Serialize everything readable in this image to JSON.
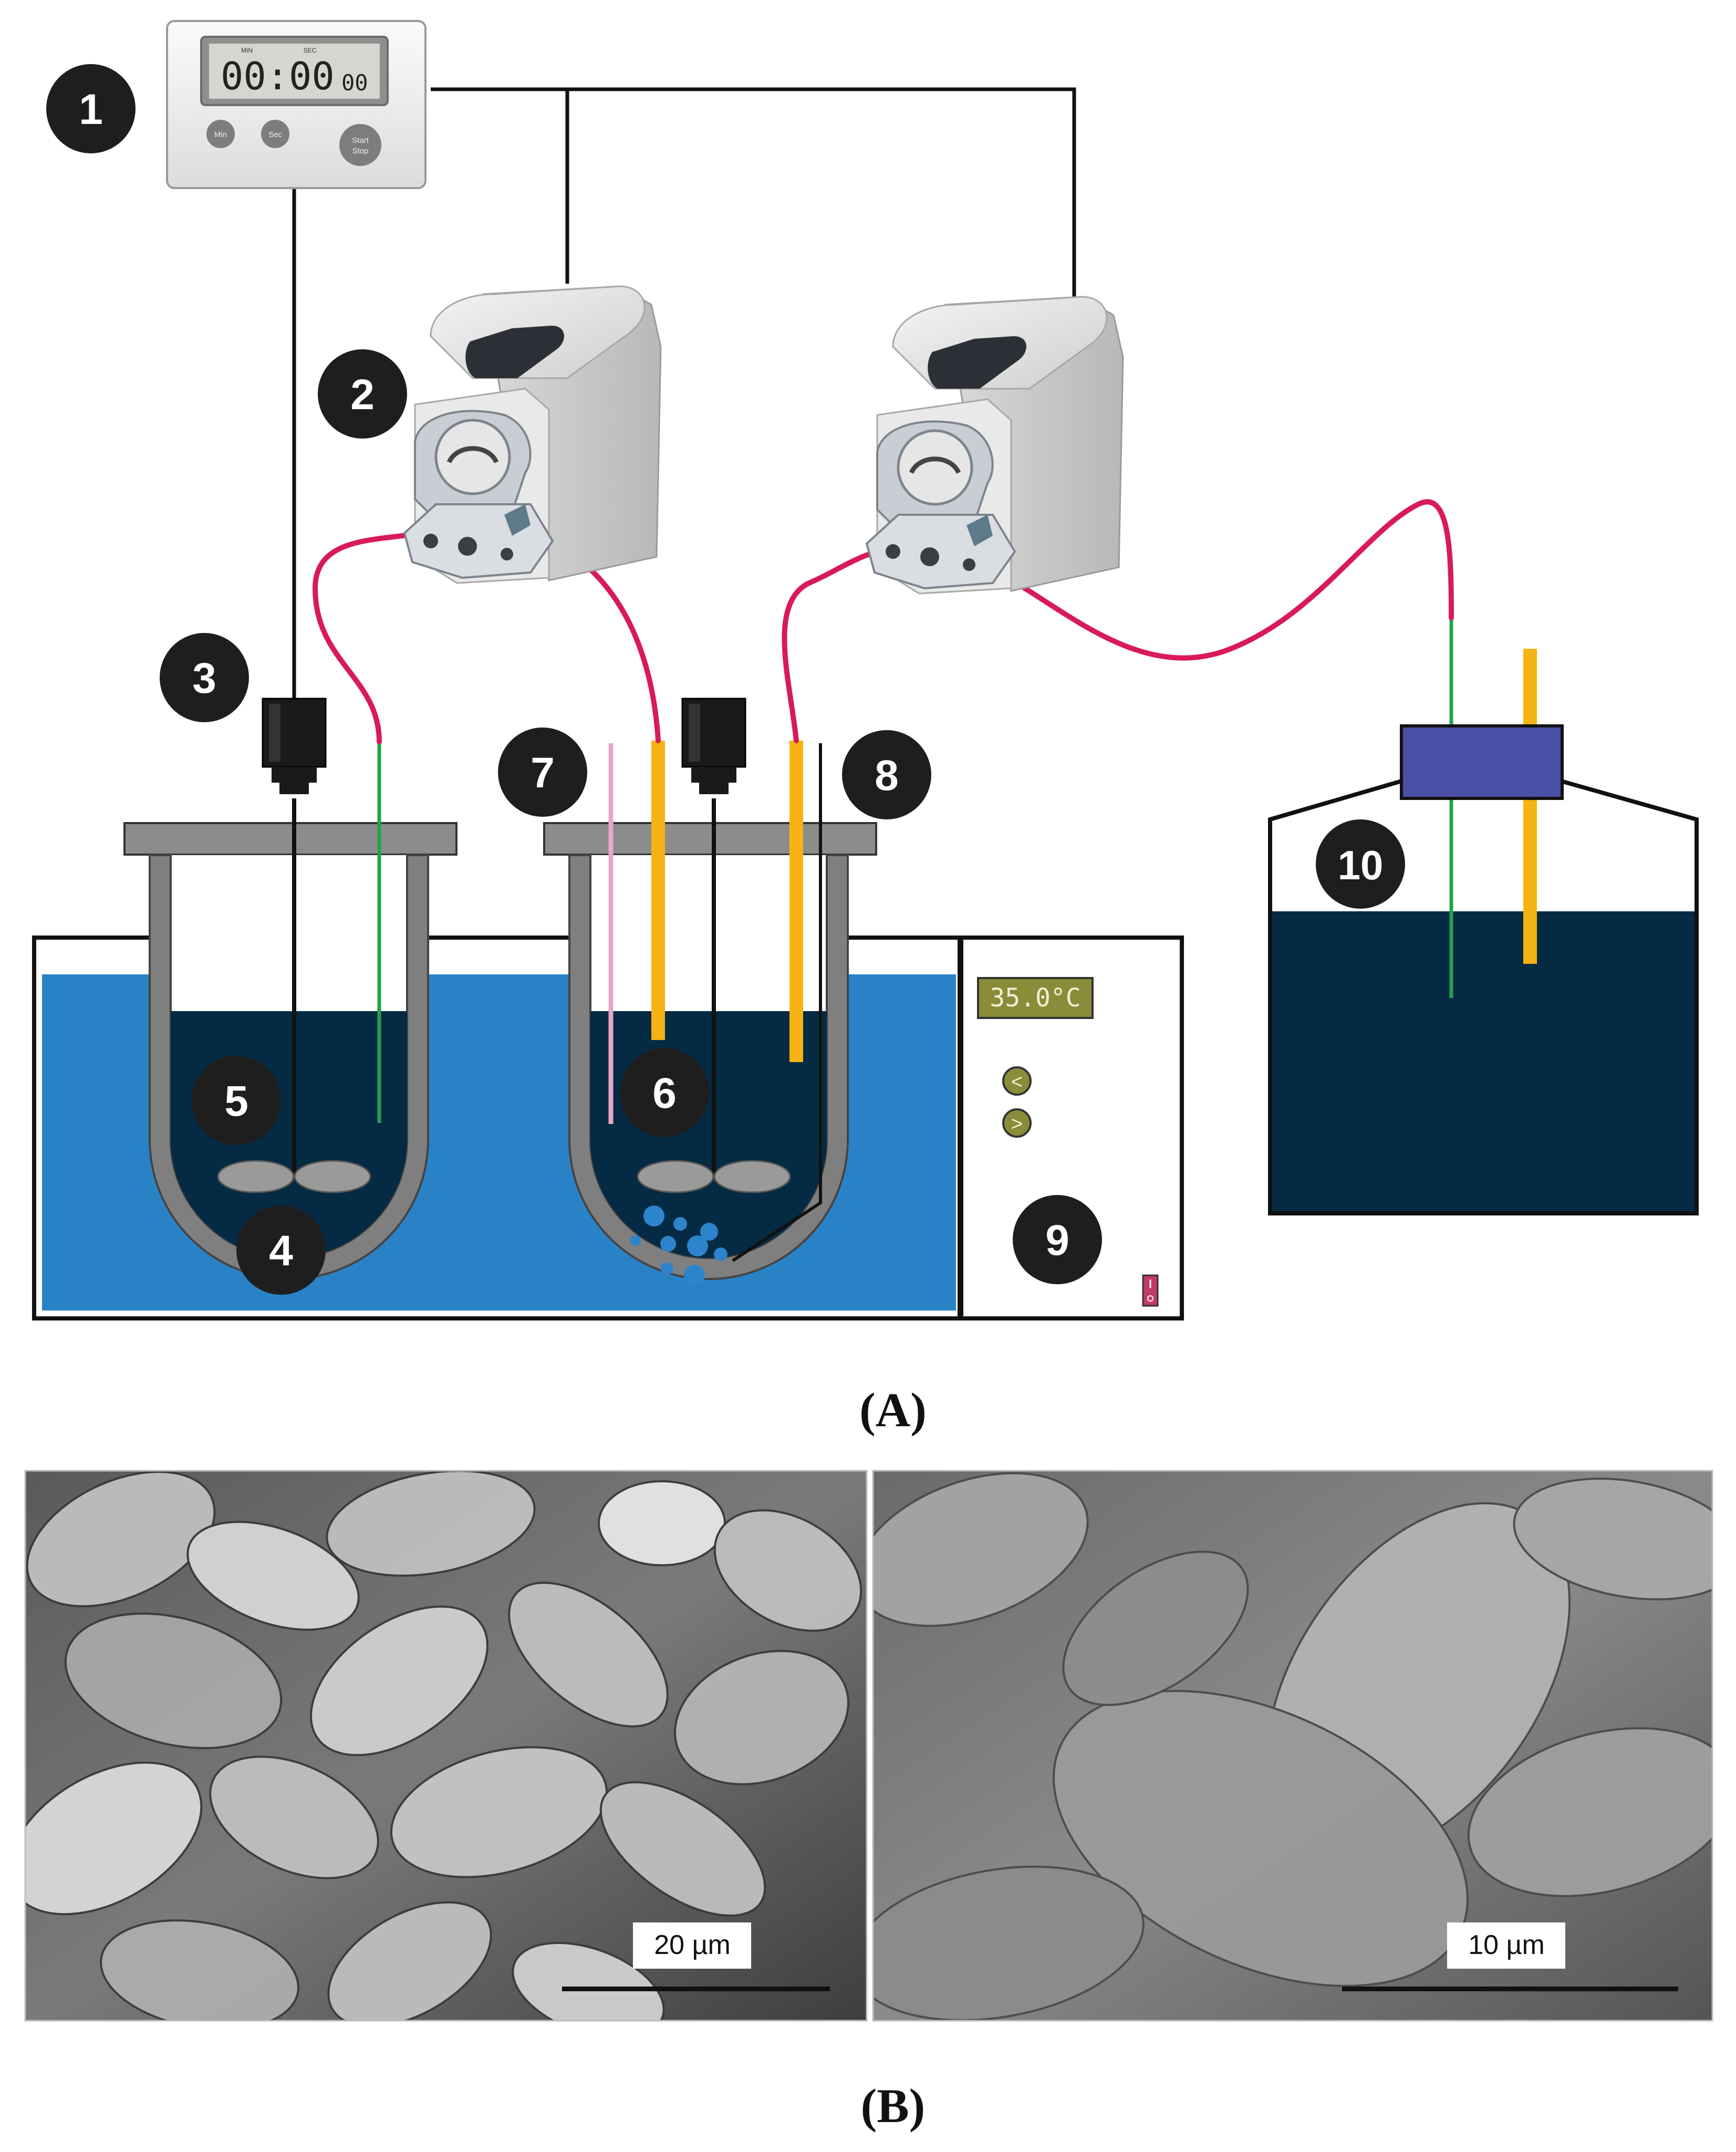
{
  "panel_a": {
    "caption": "(A)",
    "timer": {
      "display_main": "00:00",
      "display_small": "00",
      "display_min_label": "MIN",
      "display_sec_label": "SEC",
      "button_min": "Min",
      "button_sec": "Sec",
      "button_start_line1": "Start",
      "button_start_line2": "Stop"
    },
    "markers": [
      "1",
      "2",
      "3",
      "4",
      "5",
      "6",
      "7",
      "8",
      "9",
      "10"
    ],
    "water_bath": {
      "temperature_display": "35.0°C",
      "down_button": "<",
      "up_button": ">"
    },
    "colors": {
      "bath_water": "#2a82c6",
      "reactor_liquid": "#052a44",
      "reservoir_liquid": "#052a44",
      "tubing": "#d81b57",
      "orange_probe": "#f5b414",
      "green_tube": "#22a34a",
      "pink_probe": "#e8a6c8",
      "reservoir_cap": "#4a4fa6",
      "vessel_wall": "#808080",
      "marker_fill": "#1e1e1e",
      "lcd_bg": "#8a8c3a",
      "lcd_text": "#eef0d2"
    }
  },
  "panel_b": {
    "caption": "(B)",
    "left_image": {
      "scale_label": "20 µm"
    },
    "right_image": {
      "scale_label": "10 µm"
    }
  }
}
